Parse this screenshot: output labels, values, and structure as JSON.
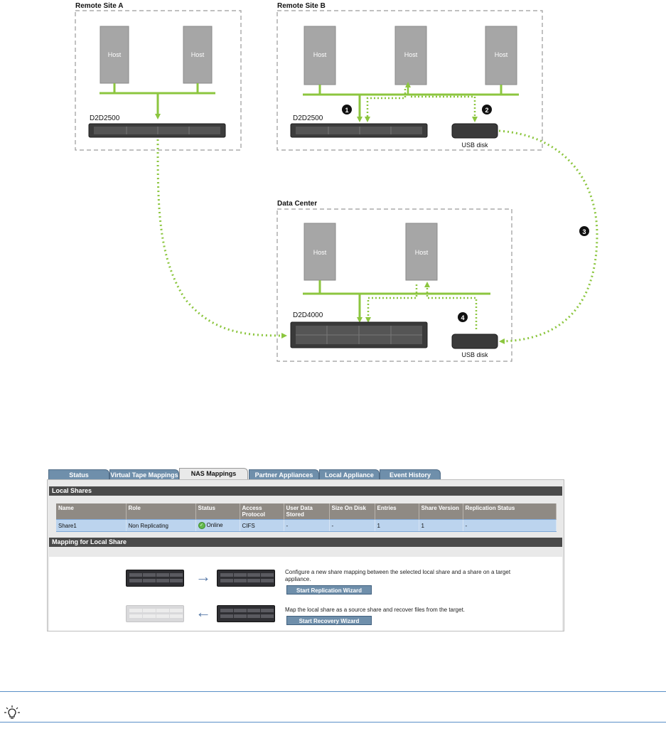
{
  "diagram": {
    "sites": [
      {
        "id": "remote_a",
        "title": "Remote Site A",
        "device": "D2D2500"
      },
      {
        "id": "remote_b",
        "title": "Remote Site B",
        "device": "D2D2500"
      },
      {
        "id": "datacenter",
        "title": "Data Center",
        "device": "D2D4000"
      }
    ],
    "host_label": "Host",
    "usb_label": "USB disk",
    "callouts": [
      "1",
      "2",
      "3",
      "4"
    ],
    "colors": {
      "link": "#8cc63f",
      "host": "#a6a6a6",
      "appliance": "#444444",
      "border": "#9a9a9a"
    }
  },
  "screenshot": {
    "tabs": [
      {
        "label": "Status",
        "active": false
      },
      {
        "label": "Virtual Tape Mappings",
        "active": false
      },
      {
        "label": "NAS Mappings",
        "active": true
      },
      {
        "label": "Partner Appliances",
        "active": false
      },
      {
        "label": "Local Appliance",
        "active": false
      },
      {
        "label": "Event History",
        "active": false
      }
    ],
    "local_shares_title": "Local Shares",
    "columns": [
      "Name",
      "Role",
      "Status",
      "Access Protocol",
      "User Data Stored",
      "Size On Disk",
      "Entries",
      "Share Version",
      "Replication Status"
    ],
    "rows": [
      [
        "Share1",
        "Non Replicating",
        "Online",
        "CIFS",
        "-",
        "-",
        "1",
        "1",
        "-"
      ]
    ],
    "mapping_title": "Mapping for Local Share",
    "replication_text": "Configure a new share mapping between the selected local share and a share on a target appliance.",
    "replication_button": "Start Replication Wizard",
    "recovery_text": "Map the local share as a source share and recover files from the target.",
    "recovery_button": "Start Recovery Wizard"
  },
  "tip": {
    "icon": "lightbulb-icon",
    "accent": "#5a8fc8"
  }
}
